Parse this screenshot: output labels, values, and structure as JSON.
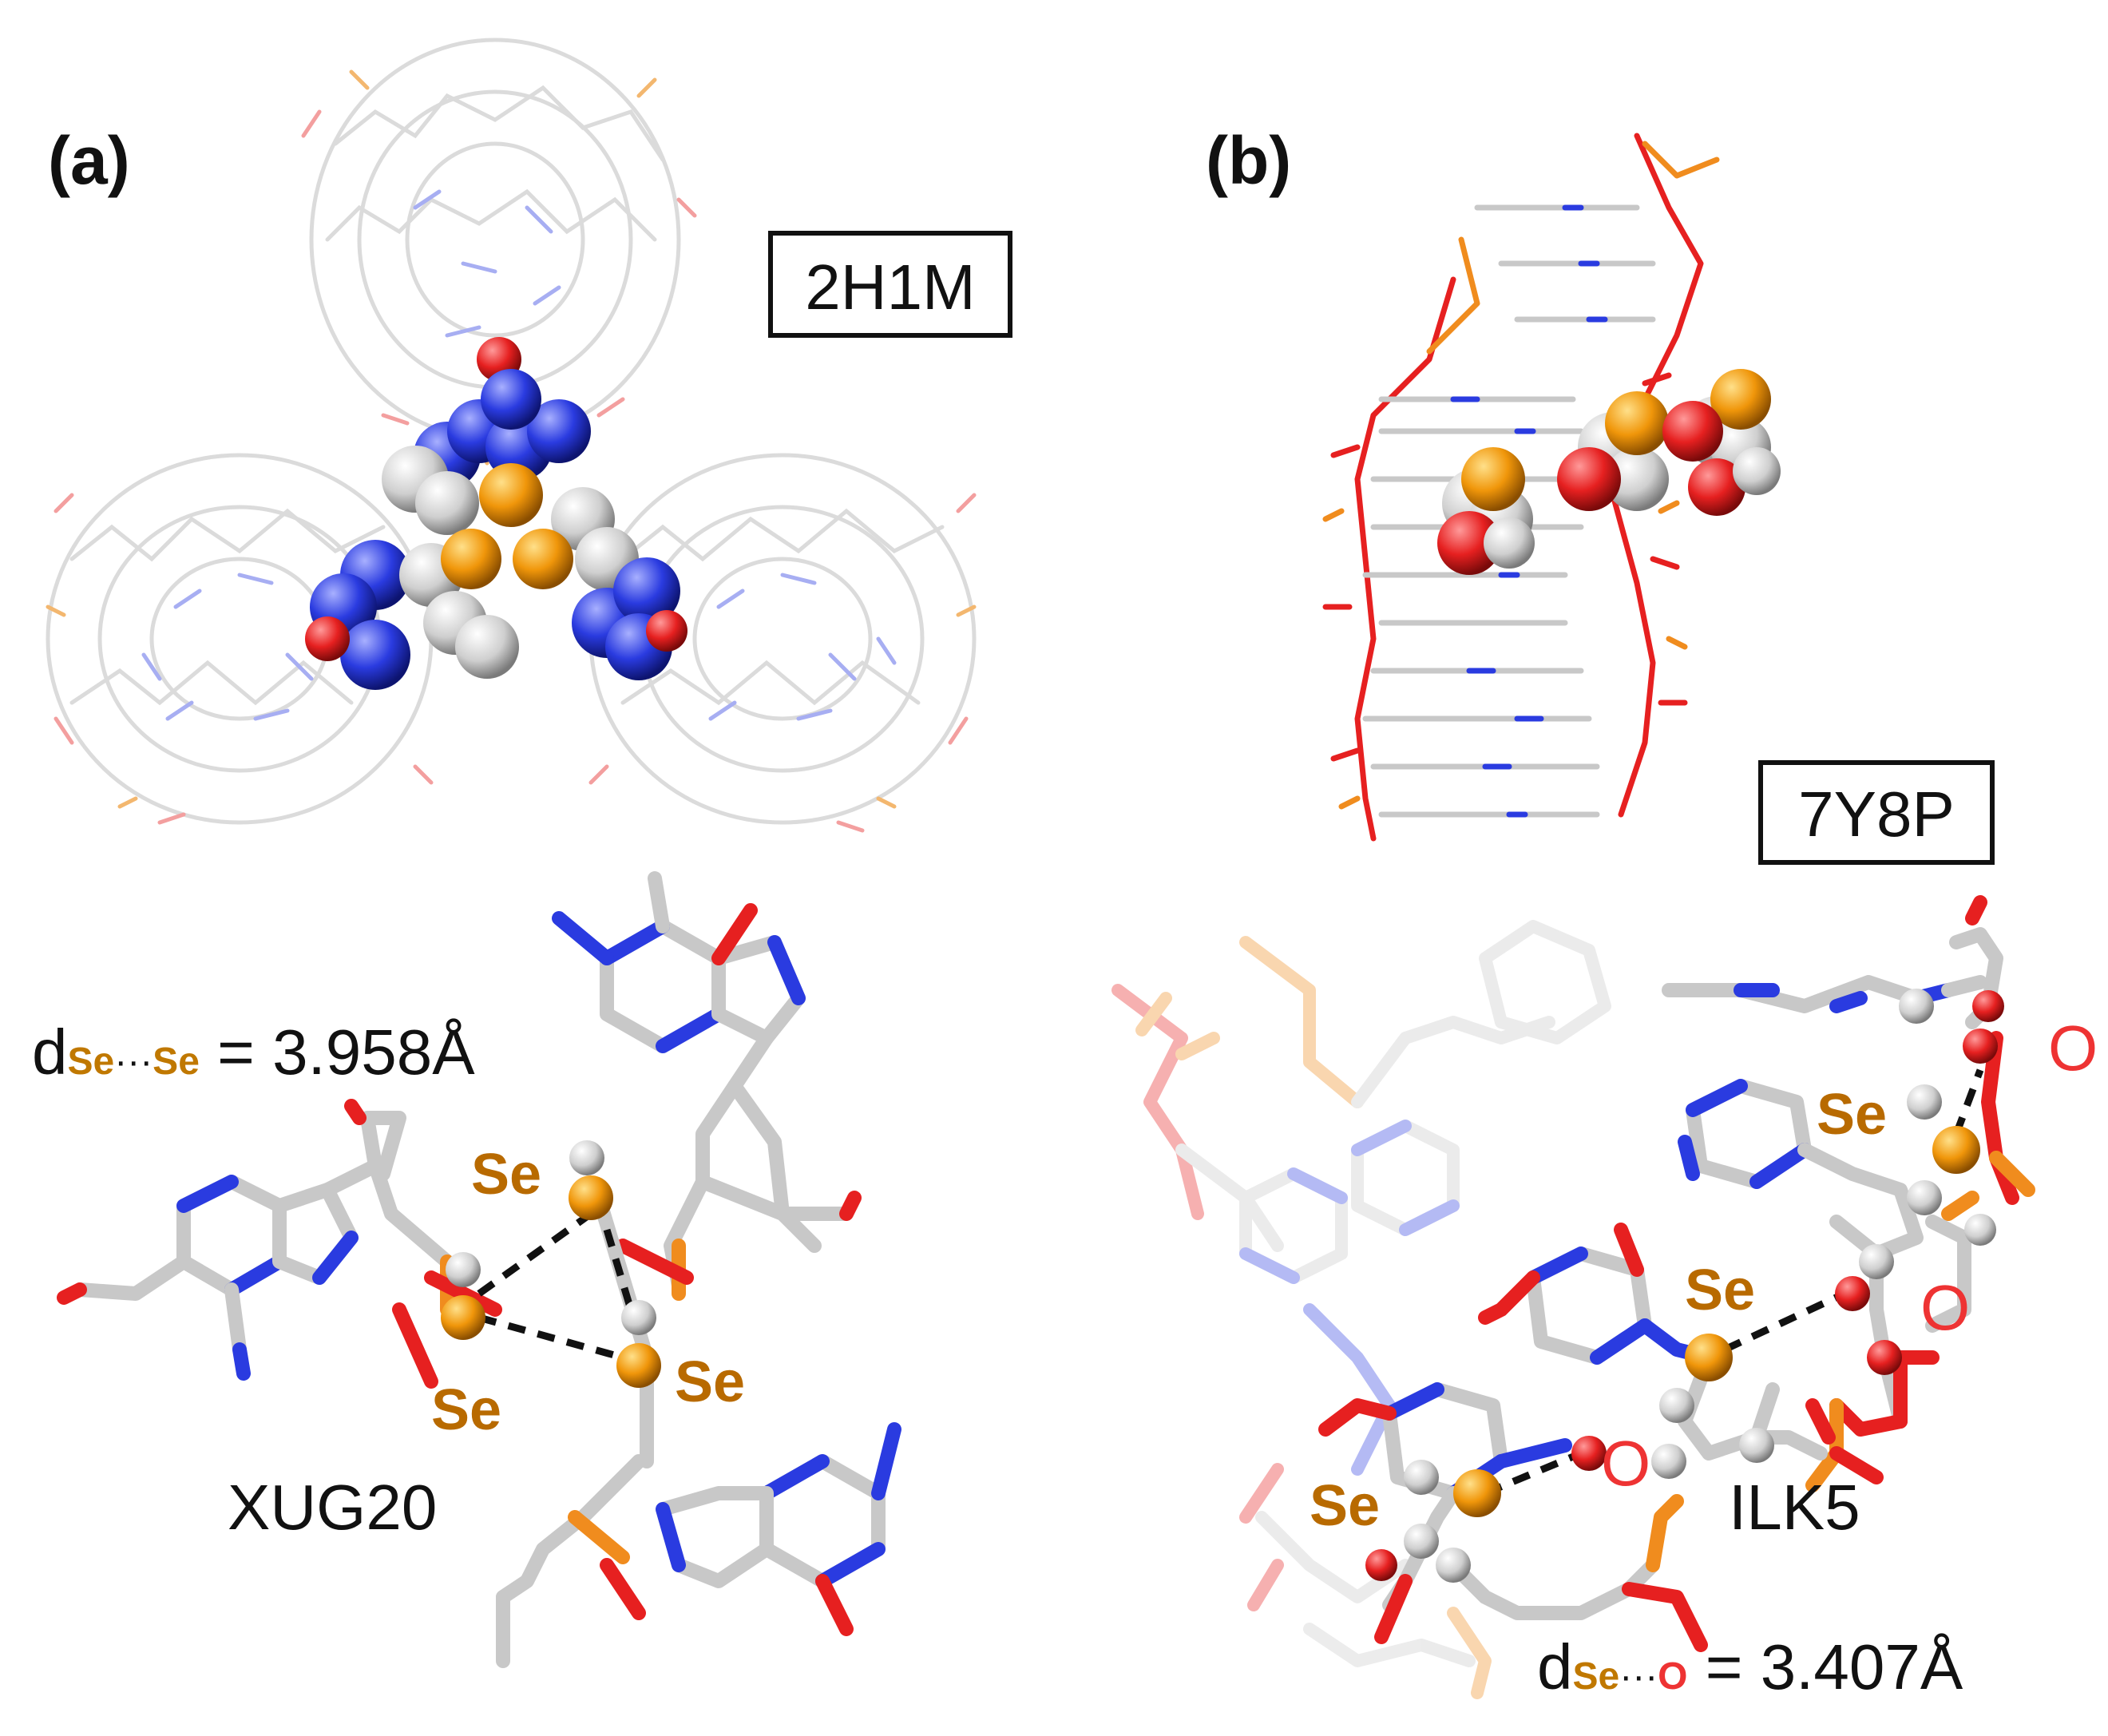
{
  "panel_a": {
    "label": "(a)",
    "pdb_id": "2H1M",
    "residue": "XUG20",
    "se_labels": [
      "Se",
      "Se",
      "Se"
    ],
    "distance": {
      "prefix": "d",
      "atom1": "Se",
      "dots": "···",
      "atom2": "Se",
      "value": " = 3.958Å"
    }
  },
  "panel_b": {
    "label": "(b)",
    "pdb_id": "7Y8P",
    "residue": "ILK5",
    "se_labels": [
      "Se",
      "Se",
      "Se"
    ],
    "o_labels": [
      "O",
      "O",
      "O"
    ],
    "distance": {
      "prefix": "d",
      "atom1": "Se",
      "dots": "···",
      "atom2": "O",
      "value": " = 3.407Å"
    }
  },
  "colors": {
    "carbon": "#c8c8c8",
    "nitrogen": "#2a3be0",
    "oxygen": "#e62020",
    "selenium": "#f0960a",
    "phosphorus": "#f08c1e"
  }
}
